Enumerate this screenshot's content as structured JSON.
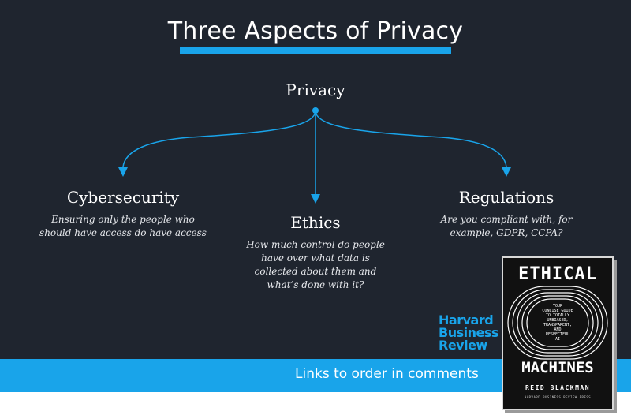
{
  "title": "Three Aspects of Privacy",
  "colors": {
    "background": "#1f252f",
    "accent": "#19a4ea",
    "text": "#ffffff"
  },
  "diagram": {
    "root": {
      "label": "Privacy"
    },
    "children": [
      {
        "label": "Cybersecurity",
        "description_lines": [
          "Ensuring only the people who",
          "should have access do have access"
        ]
      },
      {
        "label": "Ethics",
        "description_lines": [
          "How much control do people",
          "have over what data is",
          "collected about them and",
          "what’s done with it?"
        ]
      },
      {
        "label": "Regulations",
        "description_lines": [
          "Are you compliant with, for",
          "example, GDPR, CCPA?"
        ]
      }
    ]
  },
  "publisher_logo": {
    "lines": [
      "Harvard",
      "Business",
      "Review"
    ]
  },
  "footer": {
    "cta": "Links to order in comments"
  },
  "book": {
    "title_top": "ETHICAL",
    "title_bottom": "MACHINES",
    "tagline_lines": [
      "YOUR",
      "CONCISE GUIDE",
      "TO TOTALLY",
      "UNBIASED,",
      "TRANSPARENT,",
      "AND",
      "RESPECTFUL",
      "AI"
    ],
    "author": "REID BLACKMAN",
    "press": "HARVARD BUSINESS REVIEW PRESS"
  }
}
